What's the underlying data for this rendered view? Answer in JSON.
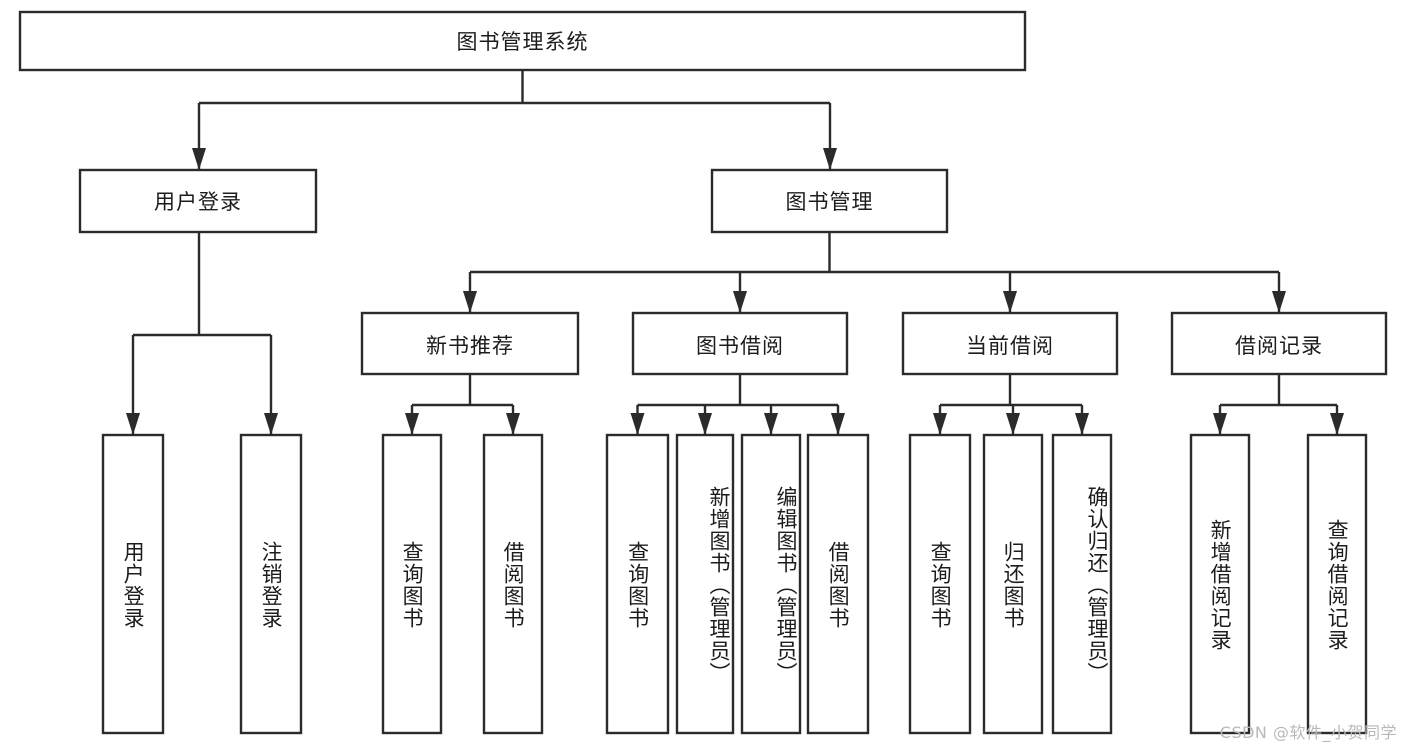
{
  "diagram": {
    "type": "tree",
    "title_node": "图书管理系统",
    "watermark": "CSDN @软件_小贺同学",
    "colors": {
      "stroke": "#2b2b2b",
      "fill": "#ffffff",
      "text": "#1c1c1c",
      "watermark": "#b9b9b9"
    },
    "root": {
      "label": "图书管理系统"
    },
    "level2": [
      {
        "label": "用户登录"
      },
      {
        "label": "图书管理"
      }
    ],
    "level3": [
      {
        "label": "新书推荐"
      },
      {
        "label": "图书借阅"
      },
      {
        "label": "当前借阅"
      },
      {
        "label": "借阅记录"
      }
    ],
    "leaves": {
      "user_login": [
        {
          "label": "用户登录"
        },
        {
          "label": "注销登录"
        }
      ],
      "new_book": [
        {
          "label": "查询图书"
        },
        {
          "label": "借阅图书"
        }
      ],
      "borrow": [
        {
          "label": "查询图书"
        },
        {
          "label": "新增图书（管理员）"
        },
        {
          "label": "编辑图书（管理员）"
        },
        {
          "label": "借阅图书"
        }
      ],
      "current": [
        {
          "label": "查询图书"
        },
        {
          "label": "归还图书"
        },
        {
          "label": "确认归还（管理员）"
        }
      ],
      "records": [
        {
          "label": "新增借阅记录"
        },
        {
          "label": "查询借阅记录"
        }
      ]
    }
  }
}
